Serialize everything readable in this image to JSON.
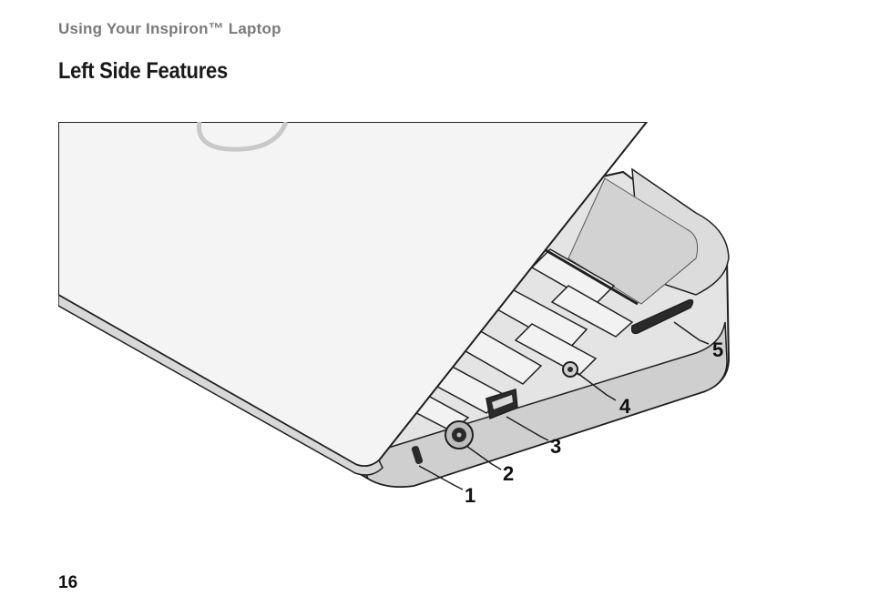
{
  "header": {
    "running_title": "Using Your Inspiron™ Laptop"
  },
  "section": {
    "title": "Left Side Features"
  },
  "figure": {
    "callouts": [
      {
        "number": "1",
        "icon": "security-lock-icon"
      },
      {
        "number": "2",
        "icon": "ac-adapter-connector-icon"
      },
      {
        "number": "3",
        "icon": "usb-port-icon"
      },
      {
        "number": "4",
        "icon": "power-light-icon"
      },
      {
        "number": "5",
        "icon": "media-card-reader-icon"
      }
    ]
  },
  "footer": {
    "page_number": "16"
  }
}
